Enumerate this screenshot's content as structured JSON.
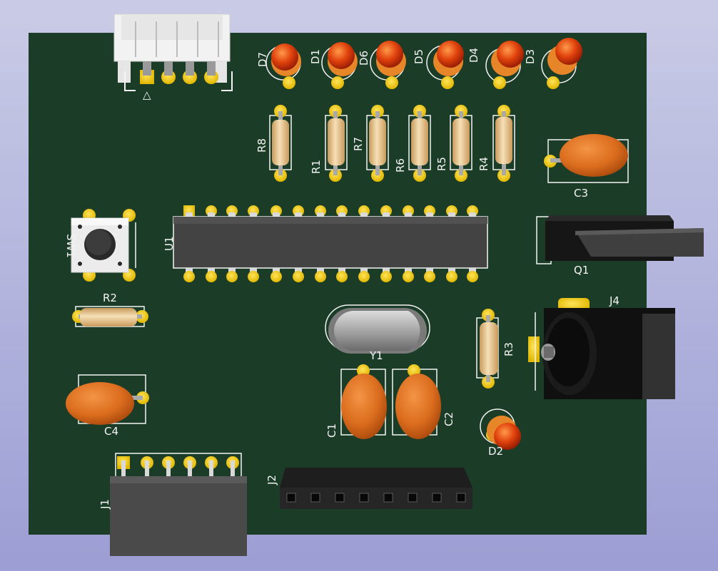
{
  "board": {
    "colors": {
      "background_top": "#c9cbe6",
      "background_bottom": "#9c9ed4",
      "pcb": "#1b3d28",
      "silkscreen": "#f4f4f4",
      "pad": "#f5cf00",
      "led": "#e0420c",
      "resistor_body": "#eccf9c",
      "capacitor": "#db6d1e",
      "ic_body": "#434343",
      "header_body": "#4a4a4a",
      "dc_jack": "#141414"
    },
    "designators": {
      "D7": "D7",
      "D1": "D1",
      "D6": "D6",
      "D5": "D5",
      "D4": "D4",
      "D3": "D3",
      "D2": "D2",
      "R8": "R8",
      "R1": "R1",
      "R7": "R7",
      "R6": "R6",
      "R5": "R5",
      "R4": "R4",
      "R3": "R3",
      "R2": "R2",
      "C1": "C1",
      "C2": "C2",
      "C3": "C3",
      "C4": "C4",
      "U1": "U1",
      "Y1": "Y1",
      "Q1": "Q1",
      "J1": "J1",
      "J2": "J2",
      "J4": "J4",
      "SW1": "SW1",
      "connector_pin1_marker": "△"
    },
    "icons": {
      "led": "led-icon",
      "resistor": "resistor-icon",
      "capacitor": "ceramic-capacitor-icon",
      "crystal": "crystal-icon",
      "ic": "dip-ic-icon",
      "transistor": "to220-transistor-icon",
      "dc_jack": "dc-barrel-jack-icon",
      "button": "push-button-icon",
      "header": "pin-header-icon",
      "socket": "female-header-icon",
      "connector": "jst-connector-icon"
    }
  }
}
